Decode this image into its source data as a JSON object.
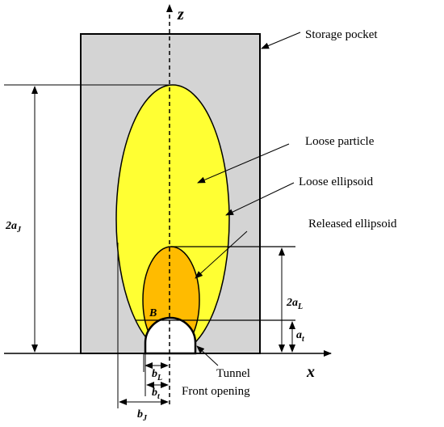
{
  "labels": {
    "storage_pocket": "Storage pocket",
    "loose_particle": "Loose particle",
    "loose_ellipsoid": "Loose ellipsoid",
    "released_ellipsoid": "Released ellipsoid",
    "tunnel": "Tunnel",
    "front_opening": "Front opening",
    "point_b": "B"
  },
  "axes": {
    "z": "z",
    "x": "x"
  },
  "dimensions": {
    "two_a_j": {
      "main": "2a",
      "sub": "J"
    },
    "two_a_l": {
      "main": "2a",
      "sub": "L"
    },
    "a_t": {
      "main": "a",
      "sub": "t"
    },
    "b_l": {
      "main": "b",
      "sub": "L"
    },
    "b_t": {
      "main": "b",
      "sub": "t"
    },
    "b_j": {
      "main": "b",
      "sub": "J"
    }
  },
  "colors": {
    "storage_pocket_fill": "#d4d4d4",
    "loose_ellipsoid_fill": "#ffff33",
    "released_ellipsoid_fill": "#ffbb00",
    "tunnel_fill": "#ffffff",
    "line": "#000000"
  }
}
